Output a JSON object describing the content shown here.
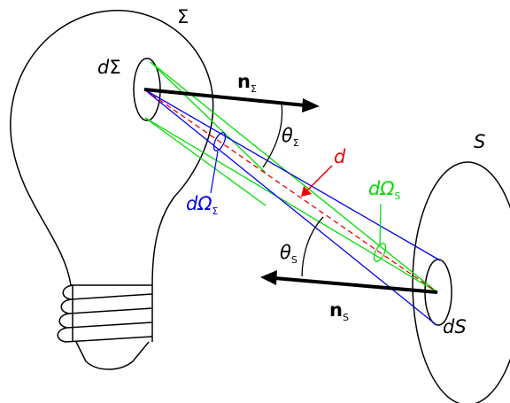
{
  "labels": {
    "sigma_surface": "Σ",
    "s_surface": "S",
    "dsigma_d": "d",
    "dsigma_sym": "Σ",
    "ds": "dS",
    "n_sigma_base": "n",
    "n_sigma_sub": "Σ",
    "n_s_base": "n",
    "n_s_sub": "S",
    "theta_sigma_base": "θ",
    "theta_sigma_sub": "Σ",
    "theta_s_base": "θ",
    "theta_s_sub": "S",
    "distance": "d",
    "domega_sigma_d": "dΩ",
    "domega_sigma_sub": "Σ",
    "domega_s_d": "dΩ",
    "domega_s_sub": "S"
  },
  "colors": {
    "outline": "#000000",
    "blue": "#0000ee",
    "green": "#00dd00",
    "red": "#ee0000",
    "background": "#ffffff"
  }
}
